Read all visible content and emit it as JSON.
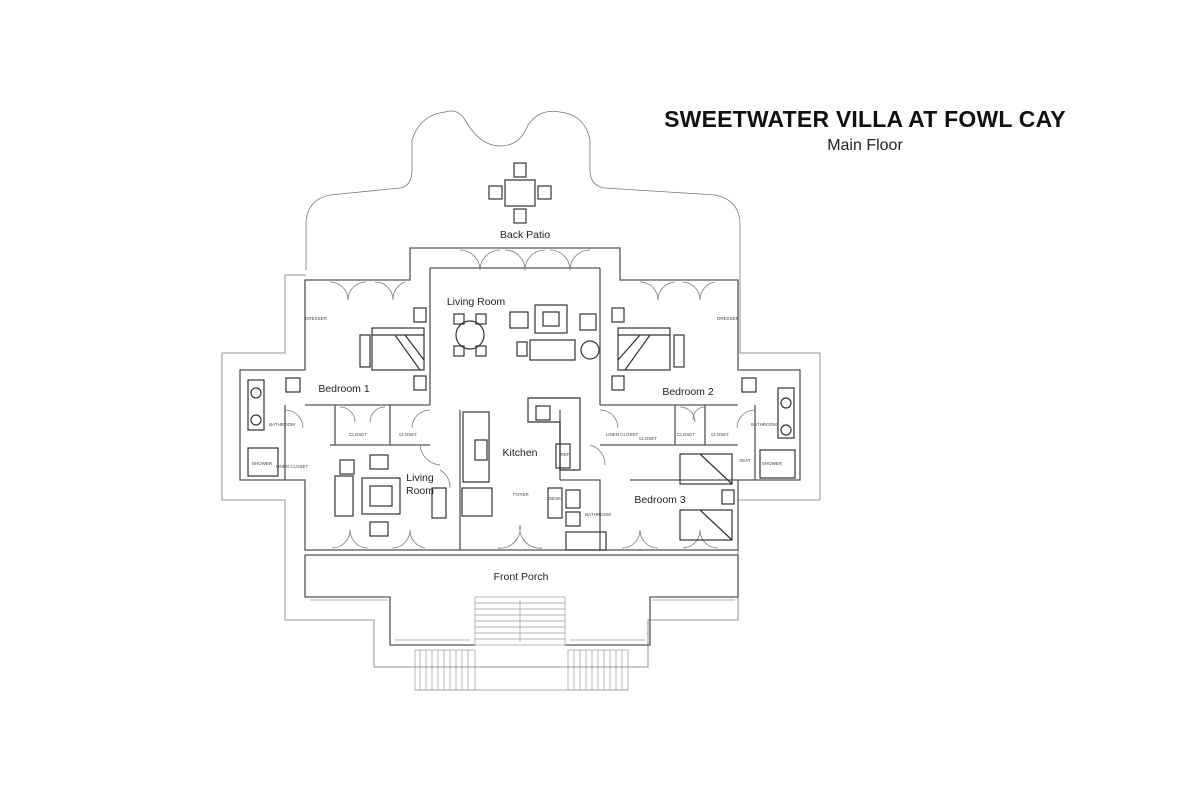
{
  "header": {
    "title": "SWEETWATER VILLA AT FOWL CAY",
    "subtitle": "Main Floor"
  },
  "rooms": {
    "back_patio": "Back Patio",
    "living_room_main": "Living Room",
    "bedroom_1": "Bedroom 1",
    "bedroom_2": "Bedroom 2",
    "bedroom_3": "Bedroom 3",
    "kitchen": "Kitchen",
    "living_room_2_line1": "Living",
    "living_room_2_line2": "Room",
    "front_porch": "Front Porch"
  },
  "small_labels": {
    "bathroom_left": "BATHROOM",
    "bathroom_right": "BATHROOM",
    "bathroom_center": "BATHROOM",
    "shower_left": "SHOWER",
    "shower_right": "SHOWER",
    "closet_1": "CLOSET",
    "closet_2": "CLOSET",
    "closet_3": "CLOSET",
    "closet_4": "CLOSET",
    "closet_5": "CLOSET",
    "linen_closet_left": "LINEN CLOSET",
    "linen_closet_right": "LINEN CLOSET",
    "foyer": "FOYER",
    "ref": "REF",
    "dresser_left": "DRESSER",
    "dresser_right": "DRESSER",
    "desk": "DESK",
    "seat": "SEAT"
  }
}
